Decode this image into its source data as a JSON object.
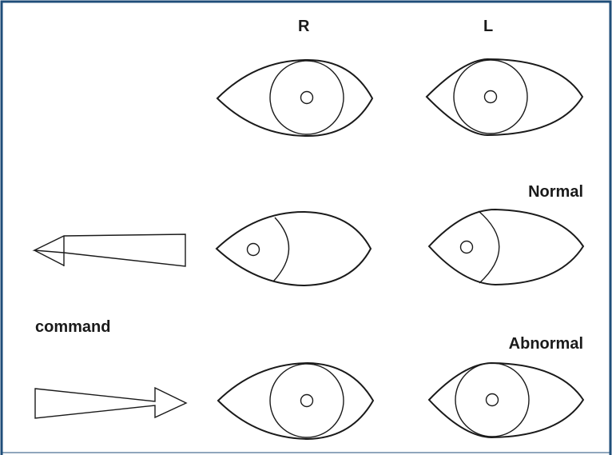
{
  "labels": {
    "right_eye": "R",
    "left_eye": "L",
    "normal": "Normal",
    "command": "command",
    "abnormal": "Abnormal"
  },
  "colors": {
    "frame": "#1f4e79",
    "stroke": "#1a1a1a",
    "background": "#ffffff"
  }
}
